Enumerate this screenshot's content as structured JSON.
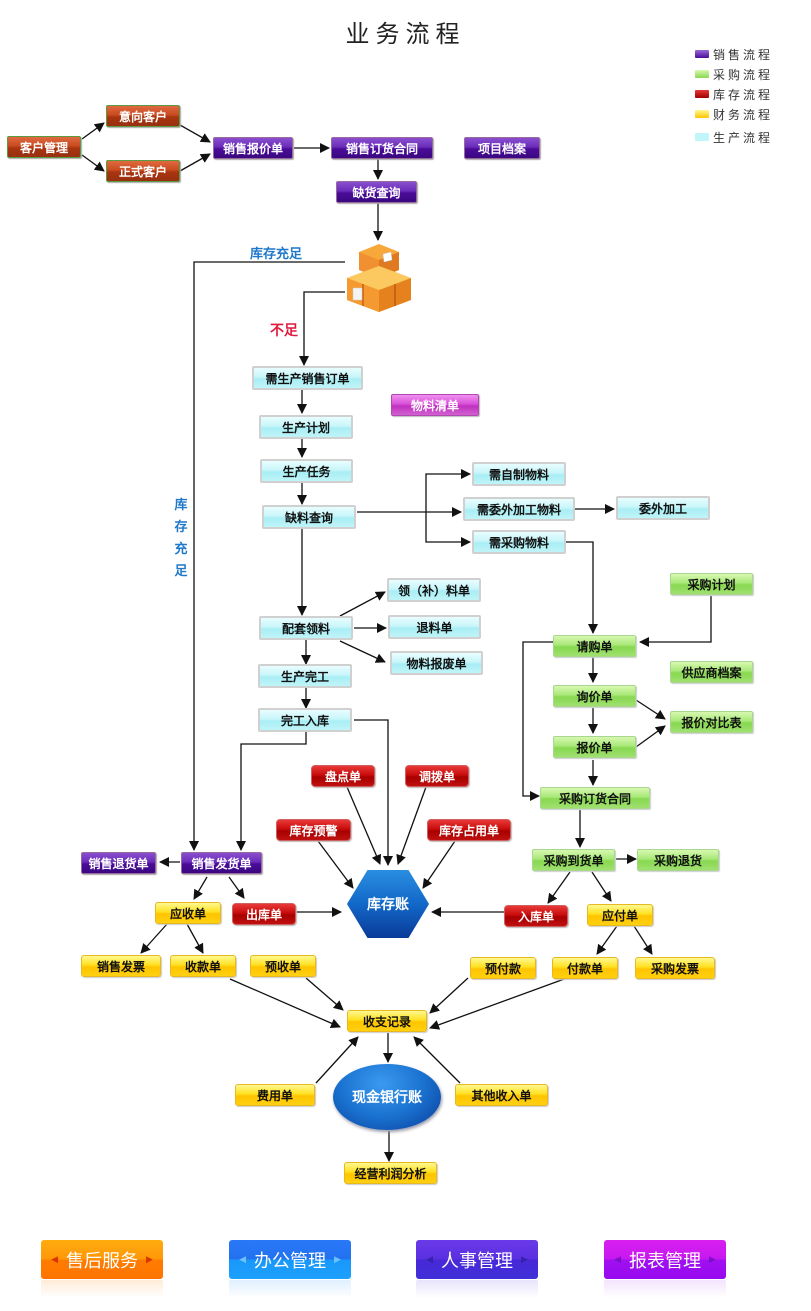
{
  "title": "业务流程",
  "legend": [
    {
      "label": "销售流程",
      "color": "#5a1ca8"
    },
    {
      "label": "采购流程",
      "color": "#98e070"
    },
    {
      "label": "库存流程",
      "color": "#c00808"
    },
    {
      "label": "财务流程",
      "color": "#ffcc00"
    },
    {
      "label": "生产流程",
      "color": "#b8f4f8"
    }
  ],
  "nodes": {
    "customer_mgmt": "客户管理",
    "intent_customer": "意向客户",
    "formal_customer": "正式客户",
    "sales_quote": "销售报价单",
    "sales_contract": "销售订货合同",
    "project_archive": "项目档案",
    "stock_check": "缺货查询",
    "production_sales_order": "需生产销售订单",
    "bom": "物料清单",
    "production_plan": "生产计划",
    "production_task": "生产任务",
    "material_shortage": "缺料查询",
    "self_made_material": "需自制物料",
    "outsourced_material": "需委外加工物料",
    "outsourcing": "委外加工",
    "purchase_material": "需采购物料",
    "material_requisition": "配套领料",
    "supplement_requisition": "领（补）料单",
    "material_return": "退料单",
    "material_scrap": "物料报废单",
    "production_complete": "生产完工",
    "completion_warehousing": "完工入库",
    "purchase_plan": "采购计划",
    "purchase_request": "请购单",
    "supplier_archive": "供应商档案",
    "inquiry": "询价单",
    "quotation_compare": "报价对比表",
    "quotation": "报价单",
    "purchase_contract": "采购订货合同",
    "purchase_arrival": "采购到货单",
    "purchase_return": "采购退货",
    "stocktake": "盘点单",
    "transfer": "调拨单",
    "stock_alert": "库存预警",
    "stock_occupancy": "库存占用单",
    "inventory_ledger": "库存账",
    "sales_return": "销售退货单",
    "sales_delivery": "销售发货单",
    "receivable": "应收单",
    "outbound": "出库单",
    "inbound": "入库单",
    "payable": "应付单",
    "sales_invoice": "销售发票",
    "receipt": "收款单",
    "advance_receipt": "预收单",
    "prepayment": "预付款",
    "payment": "付款单",
    "purchase_invoice": "采购发票",
    "income_expense": "收支记录",
    "expense": "费用单",
    "cash_bank": "现金银行账",
    "other_income": "其他收入单",
    "profit_analysis": "经营利润分析"
  },
  "labels": {
    "stock_sufficient": "库存充足",
    "stock_sufficient_vertical": [
      "库",
      "存",
      "充",
      "足"
    ],
    "insufficient": "不足"
  },
  "bottom_buttons": [
    {
      "label": "售后服务",
      "color": "#ff8a00"
    },
    {
      "label": "办公管理",
      "color": "#2280f8"
    },
    {
      "label": "人事管理",
      "color": "#5030dc"
    },
    {
      "label": "报表管理",
      "color": "#b818f0"
    }
  ]
}
